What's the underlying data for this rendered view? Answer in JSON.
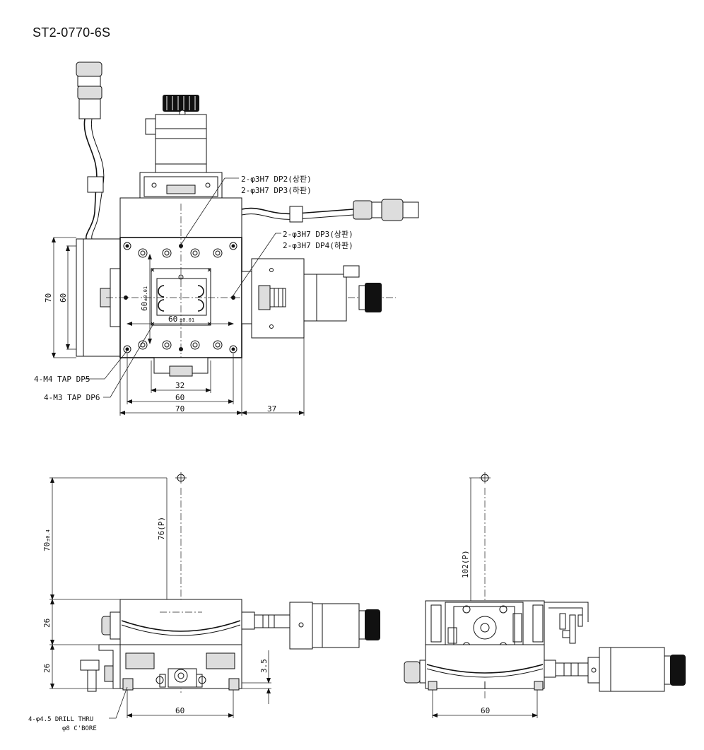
{
  "title": "ST2-0770-6S",
  "top_view": {
    "callout_upper": [
      "2-φ3H7 DP2(상판)",
      "2-φ3H7 DP3(하판)"
    ],
    "callout_right": [
      "2-φ3H7 DP3(상판)",
      "2-φ3H7 DP4(하판)"
    ],
    "callout_tap_m4": "4-M4 TAP DP5",
    "callout_tap_m3": "4-M3 TAP DP6",
    "dim_70_vertical": "70",
    "dim_60_vertical": "60",
    "dim_60_inner_vertical": "60",
    "dim_60_inner_vertical_tol": "±0.01",
    "dim_60_inner_horizontal": "60",
    "dim_60_inner_horizontal_tol": "±0.01",
    "dim_32": "32",
    "dim_60_bottom": "60",
    "dim_70_bottom": "70",
    "dim_37": "37"
  },
  "front_view": {
    "dim_70_tol": "70",
    "dim_70_tol_sub": "±0.4",
    "dim_76p": "76(P)",
    "dim_26_upper": "26",
    "dim_26_lower": "26",
    "dim_3_5": "3.5",
    "dim_60": "60",
    "callout_drill": "4-φ4.5 DRILL THRU",
    "callout_cbore": "φ8 C'BORE"
  },
  "side_view": {
    "dim_102p": "102(P)",
    "dim_60": "60"
  }
}
